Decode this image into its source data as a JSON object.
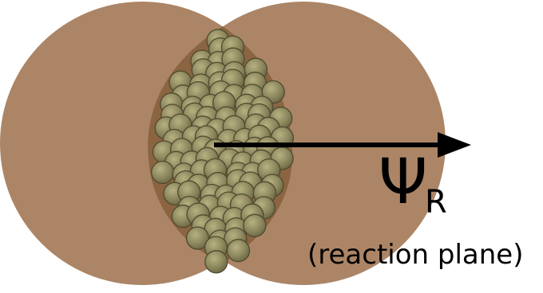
{
  "diagram": {
    "symbol": "Ψ",
    "subscript": "R",
    "caption": "(reaction plane)"
  },
  "colors": {
    "nucleus": "#ab8566",
    "overlap": "#8b6441",
    "nucleon_fill": "#8f8a60",
    "nucleon_stroke": "#4f4b2e",
    "arrow": "#000000"
  }
}
